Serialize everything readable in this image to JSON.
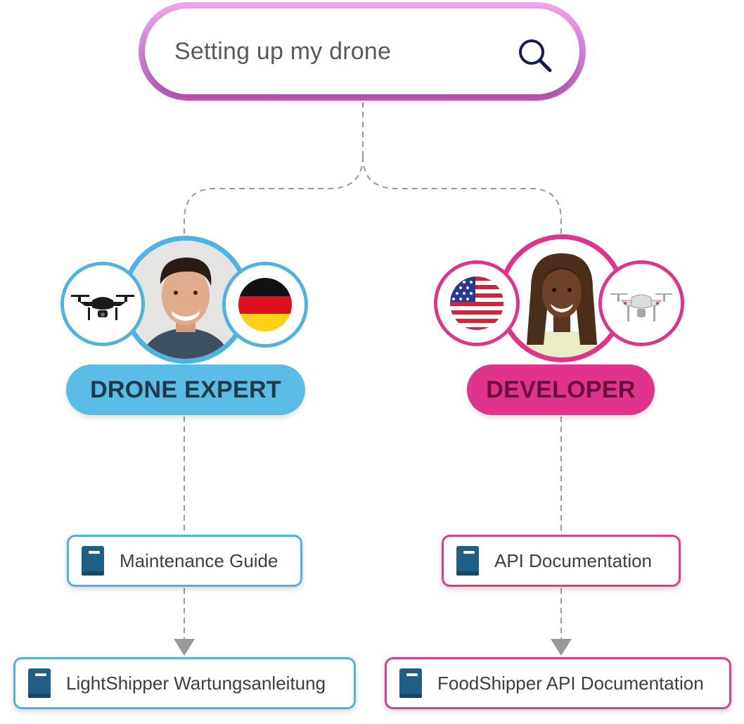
{
  "search": {
    "query": "Setting up my drone",
    "icon": "search-icon"
  },
  "colors": {
    "search_gradient_top": "#f2a4ec",
    "search_gradient_bottom": "#bb5cb6",
    "expert_accent": "#4fb3e0",
    "expert_pill": "#5bbde5",
    "expert_text": "#1e3a4c",
    "developer_accent": "#e0348c",
    "developer_text": "#6a0f3a",
    "book": "#1f5f86",
    "connector": "#999999"
  },
  "personas": [
    {
      "role": "DRONE EXPERT",
      "language_icon": "germany-flag-icon",
      "device_icon": "black-drone-icon",
      "avatar": "male-avatar"
    },
    {
      "role": "DEVELOPER",
      "language_icon": "usa-flag-icon",
      "device_icon": "white-drone-icon",
      "avatar": "female-avatar"
    }
  ],
  "docs": {
    "expert": [
      "Maintenance Guide",
      "LightShipper Wartungsanleitung"
    ],
    "developer": [
      "API Documentation",
      "FoodShipper API Documentation"
    ]
  }
}
